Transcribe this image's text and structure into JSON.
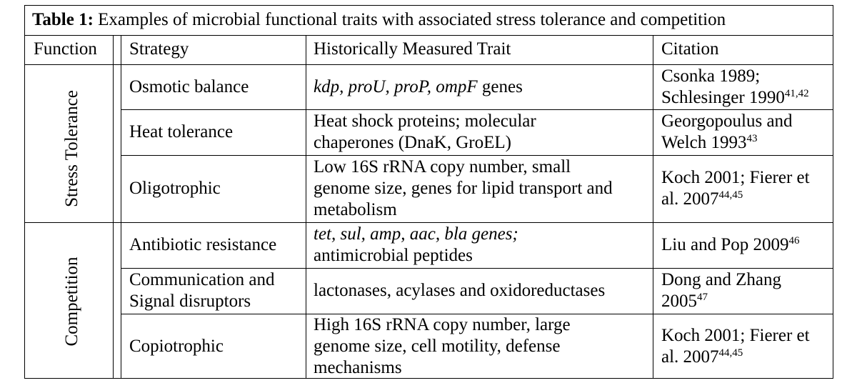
{
  "title": {
    "prefix": "Table 1:",
    "text": " Examples of microbial functional traits with associated stress tolerance and competition"
  },
  "headers": {
    "function": "Function",
    "strategy": "Strategy",
    "trait": "Historically Measured Trait",
    "citation": "Citation"
  },
  "groups": {
    "stress": "Stress Tolerance",
    "competition": "Competition"
  },
  "rows": [
    {
      "strategy": [
        "Osmotic balance"
      ],
      "trait_italic": "kdp, proU, proP, ompF",
      "trait_rest": " genes",
      "citation_l1": "Csonka 1989;",
      "citation_l2": "Schlesinger 1990",
      "citation_sup": "41,42"
    },
    {
      "strategy": [
        "Heat tolerance"
      ],
      "trait_l1": "Heat shock proteins; molecular",
      "trait_l2": "chaperones (DnaK, GroEL)",
      "citation_l1": "Georgopoulus and",
      "citation_l2": "Welch 1993",
      "citation_sup": "43"
    },
    {
      "strategy": [
        "Oligotrophic"
      ],
      "trait_l1": "Low 16S rRNA copy number, small",
      "trait_l2": "genome size, genes for lipid transport and",
      "trait_l3": "metabolism",
      "citation_l1": "Koch 2001; Fierer et",
      "citation_l2": "al. 2007",
      "citation_sup": "44,45"
    },
    {
      "strategy": [
        "Antibiotic resistance"
      ],
      "trait_italic": "tet, sul, amp, aac, bla genes;",
      "trait_l2": "antimicrobial peptides",
      "citation_l1": "Liu and Pop 2009",
      "citation_sup": "46"
    },
    {
      "strategy_l1": "Communication and",
      "strategy_l2": "Signal disruptors",
      "trait_l1": "lactonases, acylases and oxidoreductases",
      "citation_l1": "Dong and Zhang",
      "citation_l2": "2005",
      "citation_sup": "47"
    },
    {
      "strategy": [
        "Copiotrophic"
      ],
      "trait_l1": "High 16S rRNA copy number, large",
      "trait_l2": "genome size, cell motility, defense",
      "trait_l3": "mechanisms",
      "citation_l1": "Koch 2001; Fierer et",
      "citation_l2": "al. 2007",
      "citation_sup": "44,45"
    }
  ]
}
